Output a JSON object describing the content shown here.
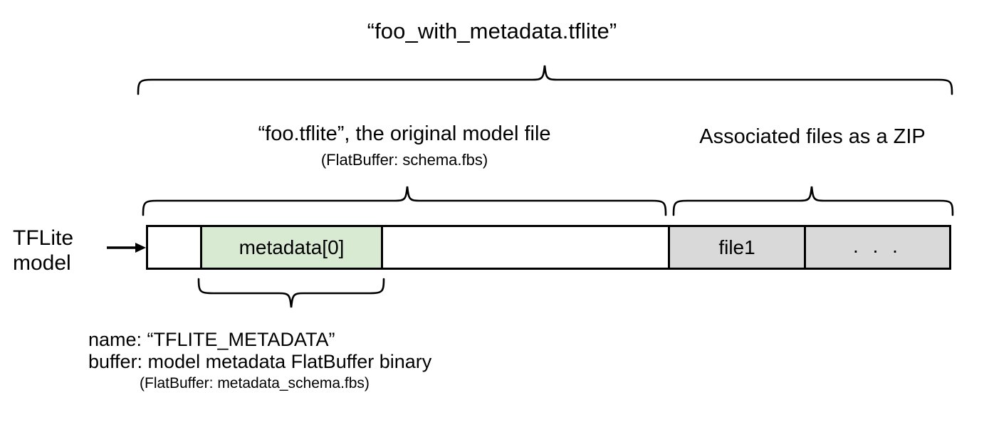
{
  "diagram": {
    "title": "“foo_with_metadata.tflite”",
    "source_label_line1": "TFLite",
    "source_label_line2": "model",
    "sections": [
      {
        "name": "original-model",
        "label": "“foo.tflite”, the original model file",
        "sublabel": "(FlatBuffer: schema.fbs)"
      },
      {
        "name": "associated-files",
        "label": "Associated files as a ZIP",
        "sublabel": ""
      }
    ],
    "bar_cells": [
      {
        "name": "head",
        "label": "",
        "fill": "#ffffff"
      },
      {
        "name": "metadata",
        "label": "metadata[0]",
        "fill": "#d9ead3"
      },
      {
        "name": "body",
        "label": "",
        "fill": "#ffffff"
      },
      {
        "name": "file1",
        "label": "file1",
        "fill": "#d9d9d9"
      },
      {
        "name": "more",
        "label": ". . .",
        "fill": "#d9d9d9"
      }
    ],
    "metadata_detail": {
      "line1": "name: “TFLITE_METADATA”",
      "line2": "buffer: model metadata FlatBuffer binary",
      "line3": "(FlatBuffer: metadata_schema.fbs)"
    },
    "colors": {
      "metadata_fill": "#d9ead3",
      "associated_fill": "#d9d9d9",
      "stroke": "#000000",
      "background": "#ffffff"
    }
  }
}
